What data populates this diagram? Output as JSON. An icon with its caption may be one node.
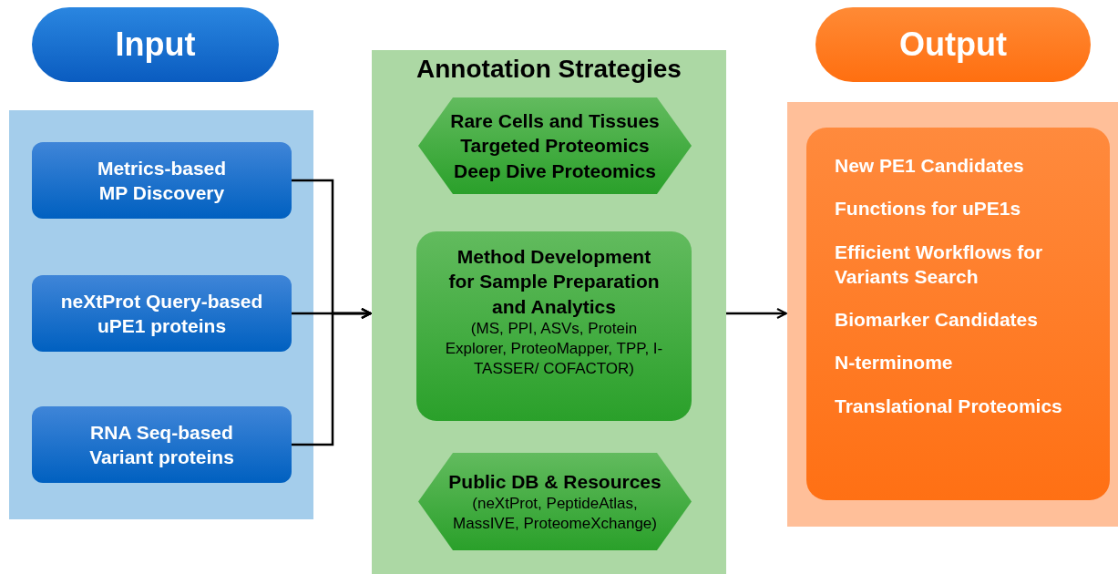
{
  "diagram": {
    "nodes": [
      {
        "text": [
          "Input"
        ]
      },
      {
        "text": [],
        "shape": "box"
      },
      {
        "text": [
          "Metrics-based MP Discovery"
        ],
        "in": 1
      },
      {
        "text": [
          "neXtProt Query-based uPE1 proteins"
        ],
        "in": 1
      },
      {
        "text": [
          "RNA Seq-based Variant proteins"
        ],
        "in": 1
      },
      {
        "text": [
          "Annotation Strategies"
        ]
      },
      {
        "text": [
          "Rare Cells and Tissues",
          "Targeted Proteomics",
          "Deep Dive Proteomics"
        ],
        "in": 5
      },
      {
        "text": [
          "Method Development for Sample Preparation and Analytics",
          "(MS, PPI, ASVs, Protein Explorer, ProteoMapper, TPP, I-TASSER/ COFACTOR)"
        ],
        "in": 5
      },
      {
        "text": [
          "Public DB & Resources",
          "(neXtProt, PeptideAtlas, MassIVE, ProteomeXchange)"
        ],
        "in": 5
      },
      {
        "text": [
          "Output"
        ]
      },
      {
        "text": [],
        "shape": "box"
      },
      {
        "text": [
          "New PE1 Candidates",
          "Functions for uPE1s",
          "Efficient Workflows for Variants Search",
          "Biomarker Candidates",
          "N-terminome",
          "Translational Proteomics"
        ],
        "in": 10
      }
    ],
    "edges": [
      {
        "from": 2,
        "to": 5,
        "arrow": "to"
      },
      {
        "from": 3,
        "to": 5,
        "arrow": "to"
      },
      {
        "from": 4,
        "to": 5,
        "arrow": "to"
      },
      {
        "from": 5,
        "to": 10,
        "arrow": "to"
      }
    ]
  }
}
